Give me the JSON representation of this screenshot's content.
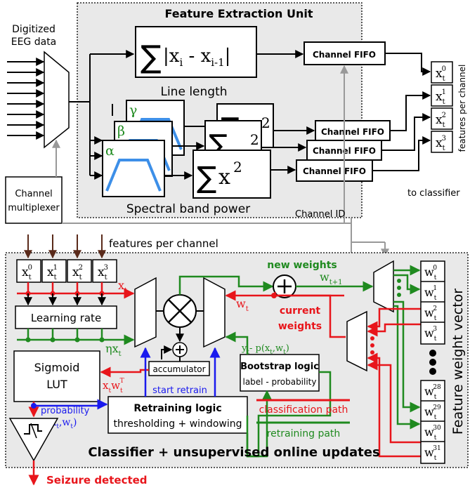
{
  "colors": {
    "panel_fill": "#e9e9e9",
    "classification": "#e8151b",
    "retraining": "#1f8a1f",
    "retrain_trigger": "#1a1aee",
    "channel_id": "#999999",
    "wire": "#000000"
  },
  "top": {
    "input_label_line1": "Digitized",
    "input_label_line2": "EEG data",
    "panel_title": "Feature Extraction Unit",
    "line_length_label": "Line length",
    "spectral_label": "Spectral band power",
    "channel_fifo": "Channel FIFO",
    "channel_mux_line1": "Channel",
    "channel_mux_line2": "multiplexer",
    "channel_id": "Channel ID",
    "features_per_channel_vertical": "features per channel",
    "to_classifier": "to classifier",
    "bands": [
      "α",
      "β",
      "γ"
    ]
  },
  "bottom": {
    "features_per_channel": "features per channel",
    "panel_title": "Classifier + unsupervised online updates",
    "learning_rate": "Learning rate",
    "sigmoid_line1": "Sigmoid",
    "sigmoid_line2": "LUT",
    "accumulator": "accumulator",
    "bootstrap_title": "Bootstrap logic",
    "bootstrap_sub": "label - probability",
    "retraining_title": "Retraining logic",
    "retraining_sub": "thresholding + windowing",
    "start_retrain": "start retrain",
    "probability": "probability",
    "new_weights": "new weights",
    "current_weights_line1": "current",
    "current_weights_line2": "weights",
    "classification_path": "classification path",
    "retraining_path": "retraining path",
    "feature_weight_vector": "Feature weight vector",
    "seizure_detected": "Seizure detected"
  }
}
